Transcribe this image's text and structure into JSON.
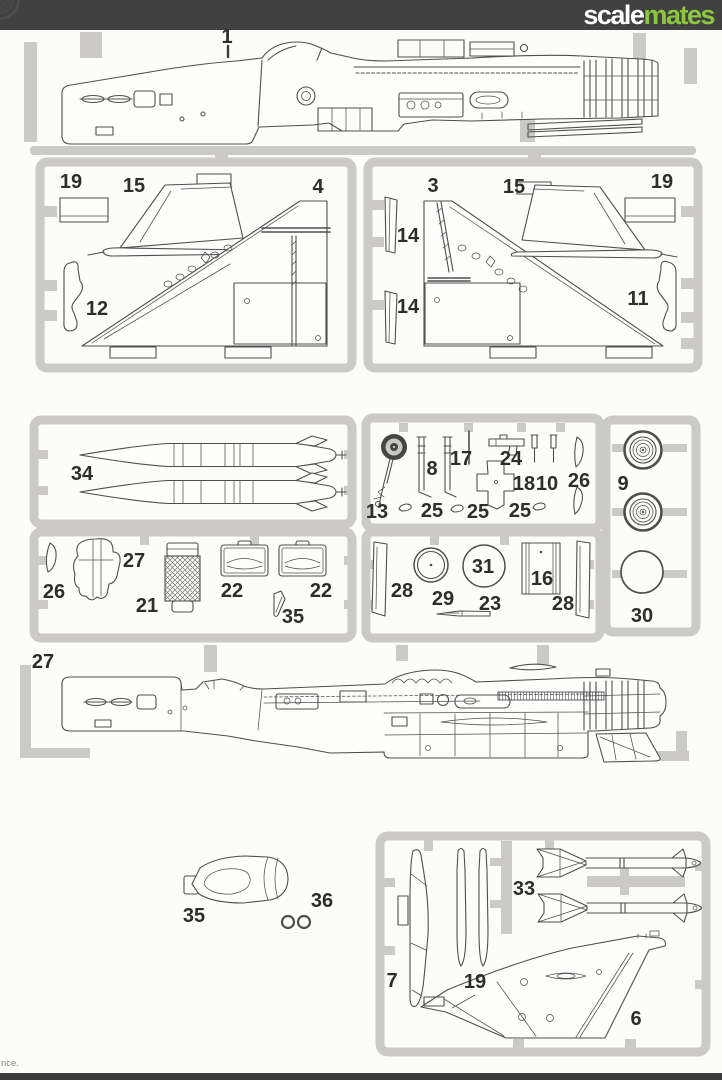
{
  "header": {
    "logo_scale": "scale",
    "logo_mates": "mates"
  },
  "colors": {
    "topbar": "#414141",
    "logo_green": "#8dc63f",
    "sheet_background": "#fcfcf9",
    "sprue_frame_gray": "#cbcac7",
    "drawing_line": "#4f4f4f",
    "bottom_bar": "#3d3d3d"
  },
  "footer": {
    "edge_text": "nce."
  },
  "labels": {
    "s1": "1",
    "b19l": "19",
    "b15l": "15",
    "b4": "4",
    "b12": "12",
    "b3": "3",
    "b14a": "14",
    "b14b": "14",
    "b15r": "15",
    "b19r": "19",
    "b11": "11",
    "c34": "34",
    "c13": "13",
    "c8": "8",
    "c17": "17",
    "c24": "24",
    "c18": "18",
    "c10": "10",
    "c26": "26",
    "c25a": "25",
    "c25b": "25",
    "c25c": "25",
    "c9": "9",
    "c26b": "26",
    "c27": "27",
    "c21": "21",
    "c22a": "22",
    "c22b": "22",
    "c35": "35",
    "c28a": "28",
    "c29": "29",
    "c31": "31",
    "c23": "23",
    "c16": "16",
    "c28b": "28",
    "c30": "30",
    "d27": "27",
    "e35": "35",
    "e36": "36",
    "e33": "33",
    "e7": "7",
    "e19": "19",
    "e6": "6"
  }
}
